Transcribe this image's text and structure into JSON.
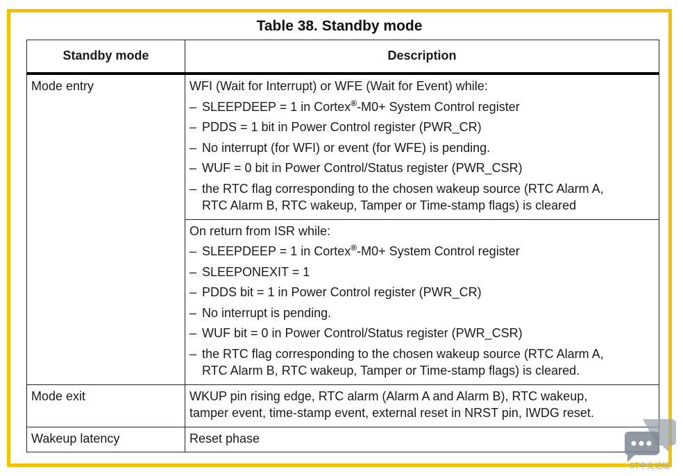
{
  "table": {
    "caption": "Table 38. Standby mode",
    "headers": [
      "Standby mode",
      "Description"
    ],
    "mode_entry": {
      "label": "Mode entry",
      "wfi": {
        "intro": "WFI (Wait for Interrupt) or WFE (Wait for Event) while:",
        "items": [
          {
            "pre": "SLEEPDEEP = 1 in Cortex",
            "sup": "®",
            "post": "-M0+ System Control register"
          },
          {
            "text": "PDDS = 1 bit in Power Control register (PWR_CR)"
          },
          {
            "text": "No interrupt (for WFI) or event (for WFE) is pending."
          },
          {
            "text": "WUF = 0 bit in Power Control/Status register (PWR_CSR)"
          },
          {
            "text": "the RTC flag corresponding to the chosen wakeup source (RTC Alarm A,",
            "cont": "RTC Alarm B, RTC wakeup, Tamper or Time-stamp flags) is cleared"
          }
        ]
      },
      "isr": {
        "intro": "On return from ISR while:",
        "items": [
          {
            "pre": "SLEEPDEEP = 1 in Cortex",
            "sup": "®",
            "post": "-M0+ System Control register"
          },
          {
            "text": "SLEEPONEXIT = 1"
          },
          {
            "text": "PDDS bit = 1 in Power Control register (PWR_CR)"
          },
          {
            "text": "No interrupt is pending."
          },
          {
            "text": "WUF bit = 0 in Power Control/Status register (PWR_CSR)"
          },
          {
            "text": "the RTC flag corresponding to the chosen wakeup source (RTC Alarm A,",
            "cont": "RTC Alarm B, RTC wakeup, Tamper or Time-stamp flags) is cleared."
          }
        ]
      }
    },
    "mode_exit": {
      "label": "Mode exit",
      "line1": "WKUP pin rising edge, RTC alarm (Alarm A and Alarm B), RTC wakeup,",
      "line2": "tamper event, time-stamp event, external reset in NRST pin, IWDG reset."
    },
    "wakeup_latency": {
      "label": "Wakeup latency",
      "value": "Reset phase"
    }
  },
  "dash": "–",
  "watermark": {
    "text": "ST中文论坛",
    "icon": "chat-bubble-icon",
    "color": "#9aa3ab"
  },
  "colors": {
    "frame": "#f2c200"
  }
}
